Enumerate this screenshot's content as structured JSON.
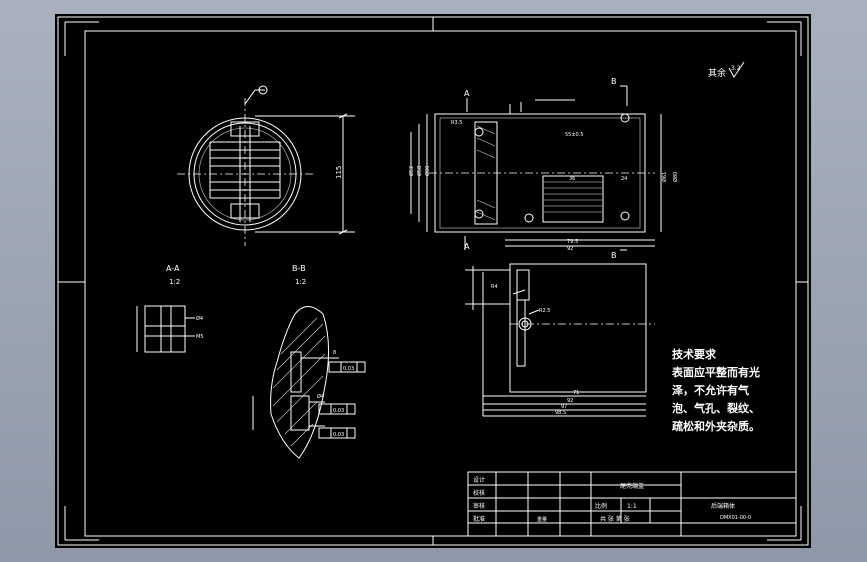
{
  "roughness_note": "其余",
  "roughness_value": "3.2",
  "views": {
    "section_aa": {
      "title": "A-A",
      "scale": "1:2"
    },
    "section_bb": {
      "title": "B-B",
      "scale": "1:2"
    },
    "cut_a": "A",
    "cut_b": "B"
  },
  "dimensions": {
    "front_height": "115",
    "side_r": "R3.5",
    "side_inner": "55±0.5",
    "side_left1": "Ø80",
    "side_left2": "Ø58",
    "side_left3": "Ø52",
    "side_36": "36",
    "side_24": "24",
    "side_right1": "Ø61",
    "side_right2": "Ø80",
    "side_bottom1": "79.5",
    "side_bottom2": "92",
    "bot_r2": "R2.5",
    "bot_r1": "R4",
    "bot_71": "71",
    "bot_92": "92",
    "bot_97": "97",
    "bot_98": "98.5",
    "aa_m4": "Ø4",
    "aa_m5": "M5",
    "bb_8": "8",
    "bb_4": "Ø4",
    "tol1": "0.03",
    "tol2": "0.03",
    "tol3": "0.03"
  },
  "tech_req": {
    "title": "技术要求",
    "lines": [
      "表面应平整而有光",
      "泽，不允许有气",
      "泡、气孔、裂纹、",
      "疏松和外夹杂质。"
    ]
  },
  "title_block": {
    "design": "设计",
    "check": "校核",
    "review": "审核",
    "approve": "批准",
    "weight": "重量",
    "scale_label": "比例",
    "scale_value": "1:1",
    "part_name": "尾壳端盖",
    "drawing_no": "后端箱体",
    "sheet_info": "共  张  第  张",
    "code": "DMX01-00-0"
  }
}
